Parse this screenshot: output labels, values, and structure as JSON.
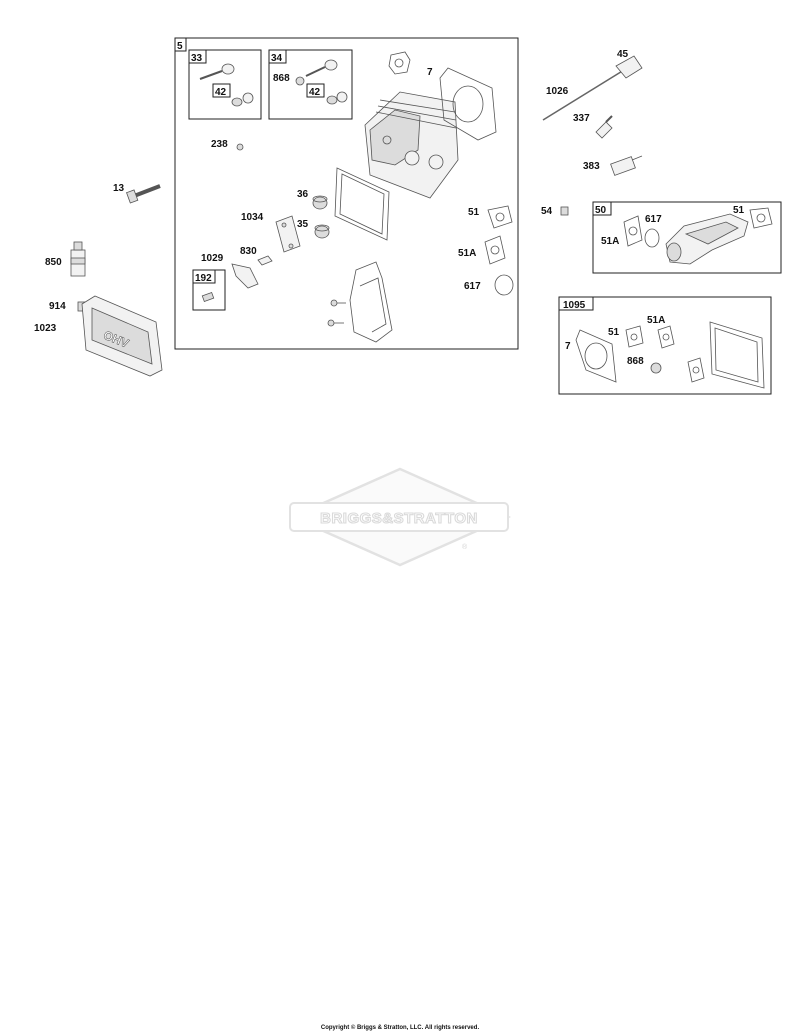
{
  "callouts": {
    "c5": "5",
    "c33": "33",
    "c34": "34",
    "c42a": "42",
    "c42b": "42",
    "c868a": "868",
    "c7a": "7",
    "c238": "238",
    "c36": "36",
    "c35": "35",
    "c1034": "1034",
    "c830": "830",
    "c1029": "1029",
    "c192": "192",
    "c51a": "51",
    "c51Aa": "51A",
    "c617a": "617",
    "c13": "13",
    "c850": "850",
    "c914": "914",
    "c1023": "1023",
    "c45": "45",
    "c1026": "1026",
    "c337": "337",
    "c383": "383",
    "c54": "54",
    "c50": "50",
    "c617b": "617",
    "c51b": "51",
    "c51Ab": "51A",
    "c1095": "1095",
    "c51c": "51",
    "c51Ac": "51A",
    "c7b": "7",
    "c868b": "868"
  },
  "watermark": {
    "text": "BRIGGS&STRATTON",
    "mark": "®"
  },
  "cover_embossing": "OHV",
  "copyright": "Copyright © Briggs & Stratton, LLC. All rights reserved."
}
